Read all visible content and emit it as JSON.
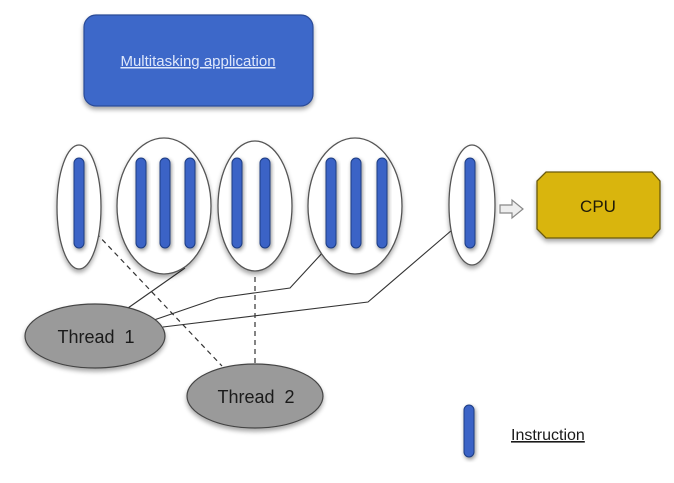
{
  "title_box": {
    "label": "Multitasking application",
    "color": "#3d67c9",
    "text_color": "#dfe8fb"
  },
  "cpu": {
    "label": "CPU",
    "color": "#d9b50a"
  },
  "threads": [
    {
      "id": "thread-1",
      "label": "Thread  1"
    },
    {
      "id": "thread-2",
      "label": "Thread  2"
    }
  ],
  "groups": [
    {
      "id": "group-1",
      "instructions": 1,
      "thread": "thread-2"
    },
    {
      "id": "group-2",
      "instructions": 3,
      "thread": "thread-1"
    },
    {
      "id": "group-3",
      "instructions": 2,
      "thread": "thread-2"
    },
    {
      "id": "group-4",
      "instructions": 3,
      "thread": "thread-1"
    },
    {
      "id": "group-5",
      "instructions": 1,
      "thread": "thread-1"
    }
  ],
  "legend": {
    "label": "Instruction"
  },
  "colors": {
    "instruction": "#3a63c6",
    "thread_fill": "#9a9a9a",
    "outline": "#555555"
  }
}
